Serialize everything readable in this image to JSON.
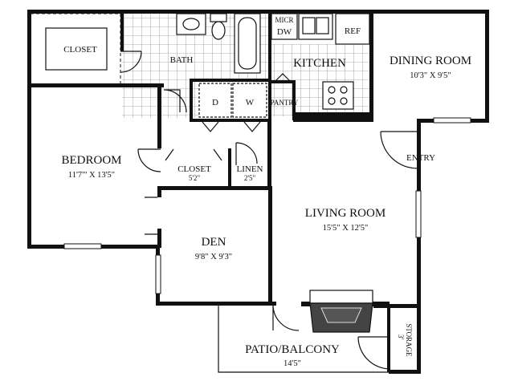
{
  "rooms": {
    "closet_top": {
      "name": "CLOSET"
    },
    "bath": {
      "name": "BATH"
    },
    "kitchen": {
      "name": "KITCHEN"
    },
    "dining": {
      "name": "DINING ROOM",
      "size": "10'3\" X 9'5\""
    },
    "bedroom": {
      "name": "BEDROOM",
      "size": "11'7\"' X 13'5\""
    },
    "closet_mid": {
      "name": "CLOSET",
      "size": "5'2\""
    },
    "linen": {
      "name": "LINEN",
      "size": "2'5\""
    },
    "den": {
      "name": "DEN",
      "size": "9'8\" X 9'3\""
    },
    "living": {
      "name": "LIVING ROOM",
      "size": "15'5\" X 12'5\""
    },
    "patio": {
      "name": "PATIO/BALCONY",
      "size": "14'5\""
    },
    "storage": {
      "name": "STORAGE",
      "size": "3'"
    }
  },
  "fixtures": {
    "micro": "MICR",
    "dw": "DW",
    "ref": "REF",
    "pantry": "PANTRY",
    "washer_dryer": {
      "dryer": "D",
      "washer": "W"
    }
  },
  "labels": {
    "entry": "ENTRY"
  },
  "colors": {
    "wall": "#111111",
    "fireplace": "#444444"
  }
}
